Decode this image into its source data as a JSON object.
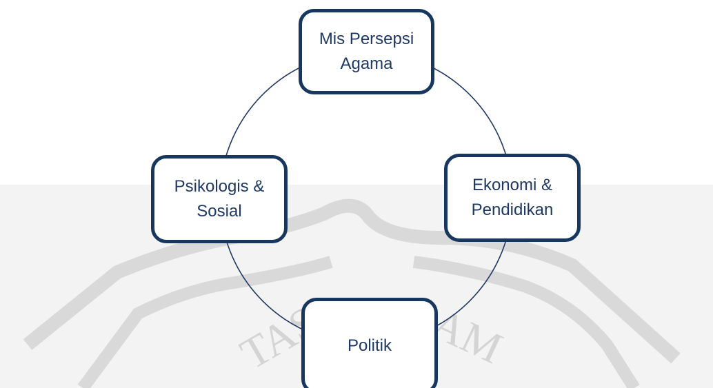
{
  "diagram": {
    "colors": {
      "box_border": "#17375e",
      "text": "#1f3864",
      "circle": "#1f3864",
      "watermark": "#d9d9d9"
    },
    "nodes": {
      "top": "Mis Persepsi\nAgama",
      "right": "Ekonomi &\nPendidikan",
      "bottom": "Politik",
      "left": "Psikologis &\nSosial"
    },
    "watermark": {
      "text_left": "TAS",
      "text_right": "AM"
    }
  }
}
